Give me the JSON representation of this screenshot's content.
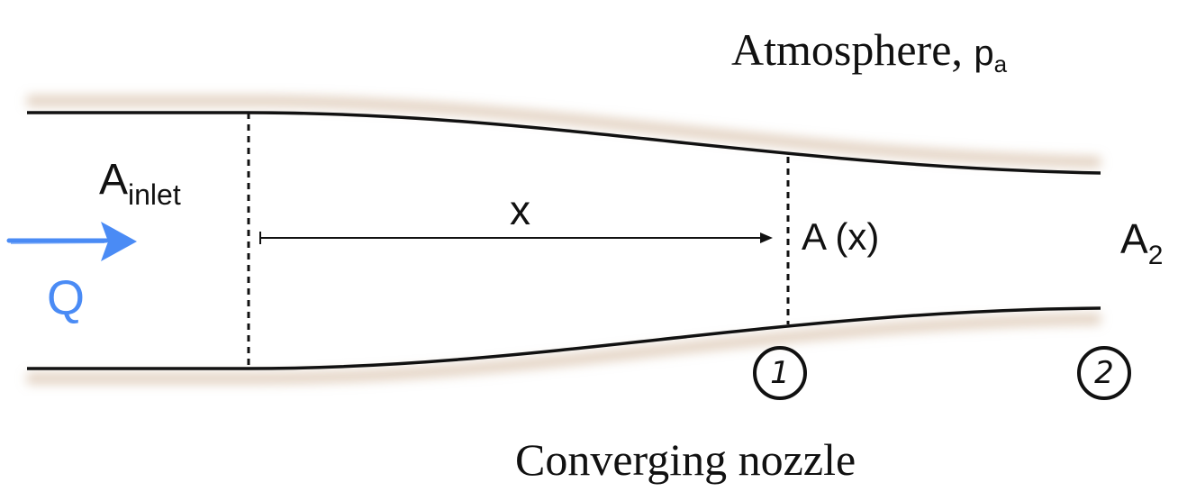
{
  "labels": {
    "atmosphere": "Atmosphere, ",
    "pressure_base": "p",
    "pressure_sub": "a",
    "a_inlet_base": "A",
    "a_inlet_sub": "inlet",
    "x": "x",
    "a_of_x": "A (x)",
    "a2_base": "A",
    "a2_sub": "2",
    "flow": "Q",
    "station_1": "1",
    "station_2": "2",
    "caption": "Converging nozzle"
  },
  "colors": {
    "wall": "#111111",
    "wall_glow": "#c9a888",
    "flow_arrow": "#4a8bf5"
  },
  "icons": {
    "flow_arrow": "arrow-right-icon",
    "station_marker": "circle-icon"
  }
}
